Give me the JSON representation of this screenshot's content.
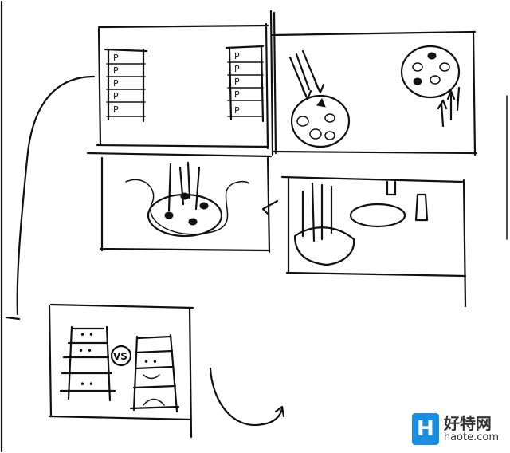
{
  "colors": {
    "ink": "#111111",
    "paper": "#ffffff",
    "watermark_blue": "#1a8fe0",
    "watermark_dark": "#333333"
  },
  "panel1": {
    "left_cards": [
      "P",
      "P",
      "P",
      "P",
      "P"
    ],
    "right_cards": [
      "P",
      "P",
      "P",
      "P",
      "P"
    ]
  },
  "panel5": {
    "vs_label": "VS"
  },
  "watermark": {
    "logo_letter": "H",
    "site_name": "好特网",
    "url": "haote.com"
  }
}
